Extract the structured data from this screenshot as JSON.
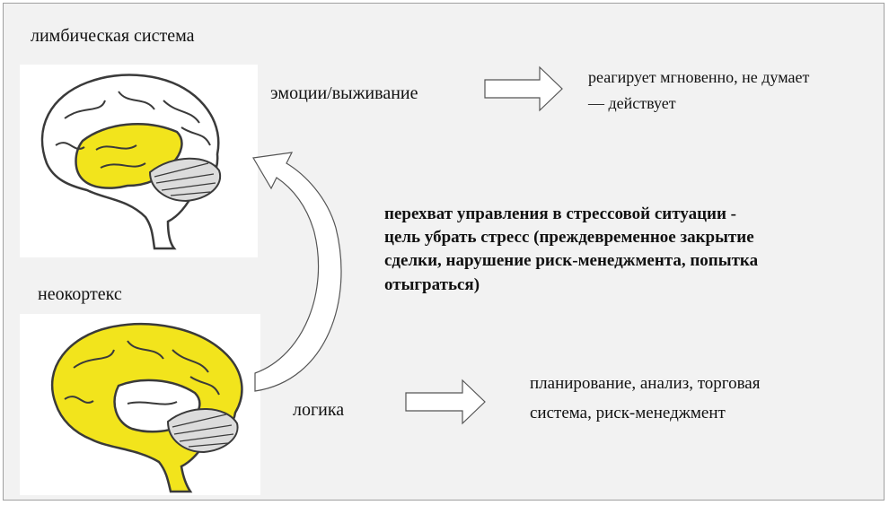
{
  "labels": {
    "limbic": "лимбическая система",
    "neocortex": "неокортекс",
    "emotions": "эмоции/выживание",
    "logic": "логика"
  },
  "descriptions": {
    "limbic_line1": "реагирует мгновенно, не думает",
    "limbic_line2": "— действует",
    "neo_line1": "планирование, анализ, торговая",
    "neo_line2": "система, риск-менеджмент"
  },
  "takeover": {
    "line1": "перехват управления в стрессовой ситуации -",
    "line2": "цель убрать стресс (преждевременное закрытие",
    "line3": "сделки, нарушение риск-менеджмента, попытка",
    "line4": "отыграться)"
  },
  "colors": {
    "highlight": "#f2e41c",
    "frame_bg": "#f2f2f2",
    "outline": "#3a3a3a"
  }
}
